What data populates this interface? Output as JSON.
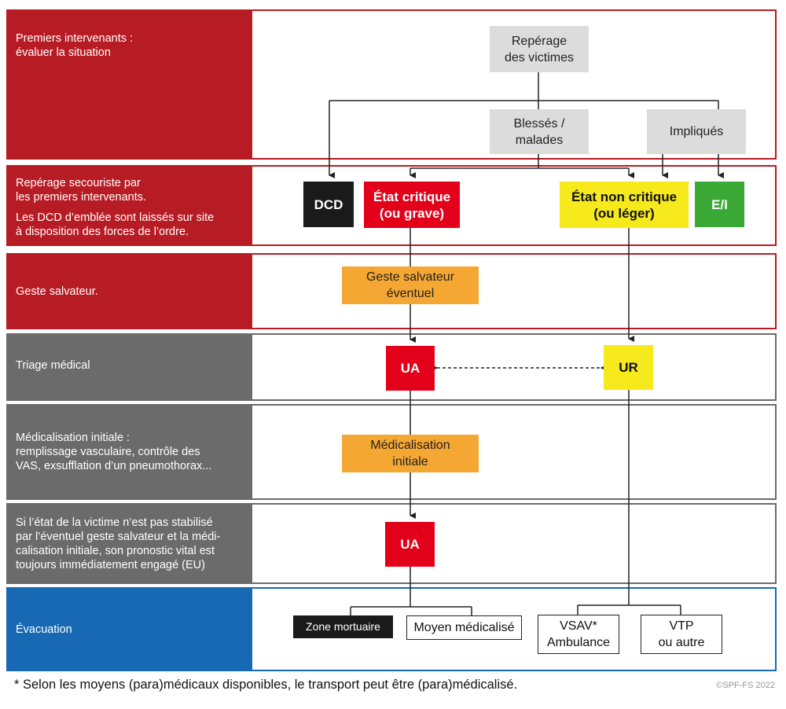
{
  "rows": [
    {
      "id": "premiers",
      "lines": [
        "Premiers intervenants :",
        "évaluer la situation"
      ]
    },
    {
      "id": "reperage",
      "lines": [
        "Repérage secouriste par",
        "les premiers intervenants."
      ],
      "lines2": [
        "Les DCD d’emblée sont laissés sur site",
        "à disposition des forces de l’ordre."
      ]
    },
    {
      "id": "geste",
      "lines": [
        "Geste salvateur."
      ]
    },
    {
      "id": "triage",
      "lines": [
        "Triage médical"
      ]
    },
    {
      "id": "medicalisation",
      "lines": [
        "Médicalisation initiale :",
        "remplissage vasculaire, contrôle des",
        "VAS, exsufflation d’un pneumothorax..."
      ]
    },
    {
      "id": "eu",
      "lines": [
        "Si l’état de la victime n’est pas stabilisé",
        "par l’éventuel geste salvateur et la médi-",
        "calisation initiale, son pronostic vital est",
        "toujours immédiatement engagé (EU)"
      ]
    },
    {
      "id": "evacuation",
      "lines": [
        "Évacuation"
      ]
    }
  ],
  "nodes": {
    "reperage_victimes": [
      "Repérage",
      "des victimes"
    ],
    "blesses": [
      "Blessés /",
      "malades"
    ],
    "impliques": [
      "Impliqués"
    ],
    "dcd": [
      "DCD"
    ],
    "critique": [
      "État critique",
      "(ou grave)"
    ],
    "non_critique": [
      "État non critique",
      "(ou léger)"
    ],
    "ei": [
      "E/I"
    ],
    "geste_salvateur": [
      "Geste salvateur",
      "éventuel"
    ],
    "ua1": [
      "UA"
    ],
    "ur": [
      "UR"
    ],
    "medicalisation_initiale": [
      "Médicalisation",
      "initiale"
    ],
    "ua2": [
      "UA"
    ],
    "zone_mortuaire": [
      "Zone mortuaire"
    ],
    "moyen_medicalise": [
      "Moyen médicalisé"
    ],
    "vsav": [
      "VSAV*",
      "Ambulance"
    ],
    "vtp": [
      "VTP",
      "ou autre"
    ]
  },
  "footnote": "* Selon les moyens (para)médicaux disponibles, le transport peut être (para)médicalisé.",
  "copyright": "©SPF-FS 2022",
  "colors": {
    "red_band": "#b71c24",
    "grey_band": "#6b6b6b",
    "blue_band": "#1669b2",
    "critical": "#e2001a",
    "non_critical": "#f6e91c",
    "implique": "#3aa935",
    "orange": "#f5a733"
  }
}
